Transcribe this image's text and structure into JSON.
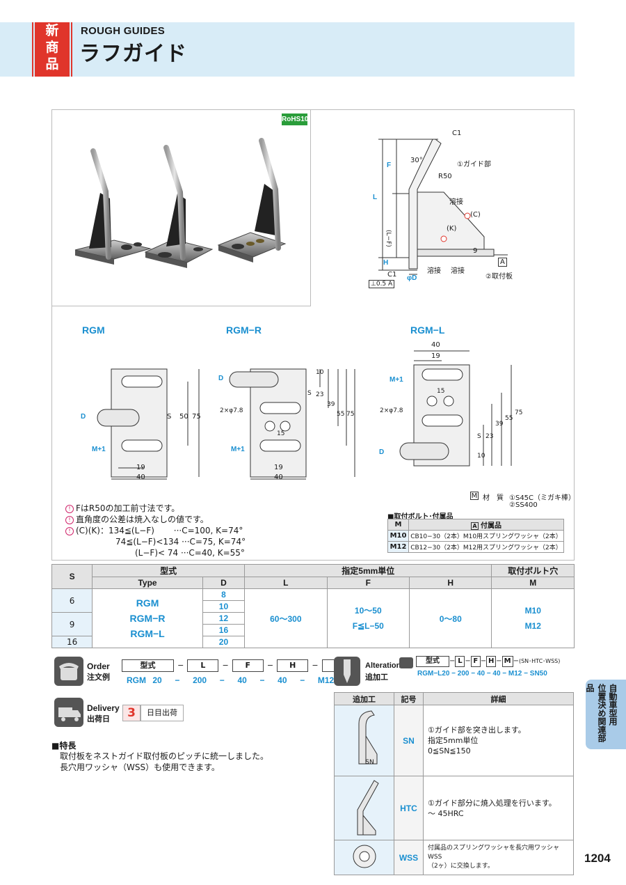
{
  "header": {
    "badge": [
      "新",
      "商",
      "品"
    ],
    "title_en": "ROUGH GUIDES",
    "title_jp": "ラフガイド"
  },
  "rohs": "RoHS10",
  "side_view": {
    "labels": {
      "c1_top": "C1",
      "guide": "①ガイド部",
      "angle": "30°",
      "r50": "R50",
      "weld1": "溶接",
      "c_mark": "(C)",
      "k_mark": "(K)",
      "nine": "9",
      "a_ref": "A",
      "weld2": "溶接",
      "weld3": "溶接",
      "plate": "②取付板",
      "c1_bottom": "C1",
      "phi_d": "φD",
      "perp": "⊥0.5 A",
      "F": "F",
      "L": "L",
      "LF": "(L−F)",
      "H": "H"
    }
  },
  "plan_views": {
    "rgm": {
      "title": "RGM",
      "D": "D",
      "S": "S",
      "M1": "M+1",
      "d50": "50",
      "d75": "75",
      "d19": "19",
      "d40": "40"
    },
    "rgmr": {
      "title": "RGM−R",
      "D": "D",
      "S": "S",
      "M1": "M+1",
      "d10": "10",
      "d23": "23",
      "d39": "39",
      "d55": "55",
      "d75": "75",
      "d15": "15",
      "hole": "2×φ7.8",
      "d19": "19",
      "d40": "40"
    },
    "rgml": {
      "title": "RGM−L",
      "D": "D",
      "S": "S",
      "M1": "M+1",
      "d40": "40",
      "d19": "19",
      "d15": "15",
      "hole": "2×φ7.8",
      "d10": "10",
      "d23": "23",
      "d39": "39",
      "d55": "55",
      "d75": "75"
    }
  },
  "material": {
    "mark": "M",
    "label": "材　質",
    "items": [
      "①S45C（ミガキ棒）",
      "②SS400"
    ]
  },
  "notes": [
    "FはR50の加工前寸法です。",
    "直角度の公差は焼入なしの値です。",
    "(C)(K)：134≦(L−F)　　 ···C=100,  K=74°",
    "74≦(L−F)<134   ···C=75,  K=74°",
    "(L−F)<  74    ···C=40,  K=55°"
  ],
  "bolt_table": {
    "title": "■取付ボルト･付属品",
    "headers": [
      "M",
      "付属品"
    ],
    "header_mark": "A",
    "rows": [
      [
        "M10",
        "CB10−30（2本）M10用スプリングワッシャ（2本）"
      ],
      [
        "M12",
        "CB12−30（2本）M12用スプリングワッシャ（2本）"
      ]
    ]
  },
  "spec_table": {
    "h_S": "S",
    "h_type_group": "型式",
    "h_type": "Type",
    "h_D": "D",
    "h_unit": "指定5mm単位",
    "h_L": "L",
    "h_F": "F",
    "h_H": "H",
    "h_bolt": "取付ボルト穴",
    "h_M": "M",
    "S_values": [
      "6",
      "9",
      "16"
    ],
    "types": [
      "RGM",
      "RGM−R",
      "RGM−L"
    ],
    "D_values": [
      "8",
      "10",
      "12",
      "16",
      "20"
    ],
    "L_range": "60〜300",
    "F_range": "10〜50",
    "F_cond": "F≦L−50",
    "H_range": "0〜80",
    "M_values": [
      "M10",
      "M12"
    ]
  },
  "order": {
    "label_en": "Order",
    "label_jp": "注文例",
    "boxes": [
      "型式",
      "L",
      "F",
      "H",
      "M"
    ],
    "dash": "−",
    "example": [
      "RGM",
      "20",
      "−",
      "200",
      "−",
      "40",
      "−",
      "40",
      "−",
      "M12"
    ]
  },
  "alterations": {
    "label_en": "Alterations",
    "label_jp": "追加工",
    "boxes": [
      "型式",
      "L",
      "F",
      "H",
      "M"
    ],
    "suffix": "(SN･HTC･WSS)",
    "example": "RGM−L20 − 200 − 40 − 40 − M12 − SN50",
    "headers": [
      "追加工",
      "記号",
      "詳細"
    ],
    "rows": [
      {
        "code": "SN",
        "label": "SN",
        "detail": [
          "①ガイド部を突き出します。",
          "指定5mm単位",
          "0≦SN≦150"
        ]
      },
      {
        "code": "HTC",
        "label": "",
        "detail": [
          "①ガイド部分に焼入処理を行います。",
          "〜 45HRC"
        ]
      },
      {
        "code": "WSS",
        "label": "",
        "detail": [
          "付属品のスプリングワッシャを長穴用ワッシャ WSS",
          "（2ヶ）に交換します。"
        ]
      }
    ]
  },
  "delivery": {
    "label_en": "Delivery",
    "label_jp": "出荷日",
    "days": "3",
    "unit": "日目出荷"
  },
  "features": {
    "title": "■特長",
    "lines": [
      "取付板をネストガイド取付板のピッチに統一しました。",
      "長穴用ワッシャ（WSS）も使用できます。"
    ]
  },
  "side_tab": {
    "lines": [
      "自動車型用",
      "位置決め関連部品"
    ]
  },
  "page_number": "1204",
  "colors": {
    "accent_blue": "#1a8fd0",
    "header_band": "#d8ecf7",
    "badge_red": "#e0352b",
    "side_tab": "#a9cbe8"
  }
}
